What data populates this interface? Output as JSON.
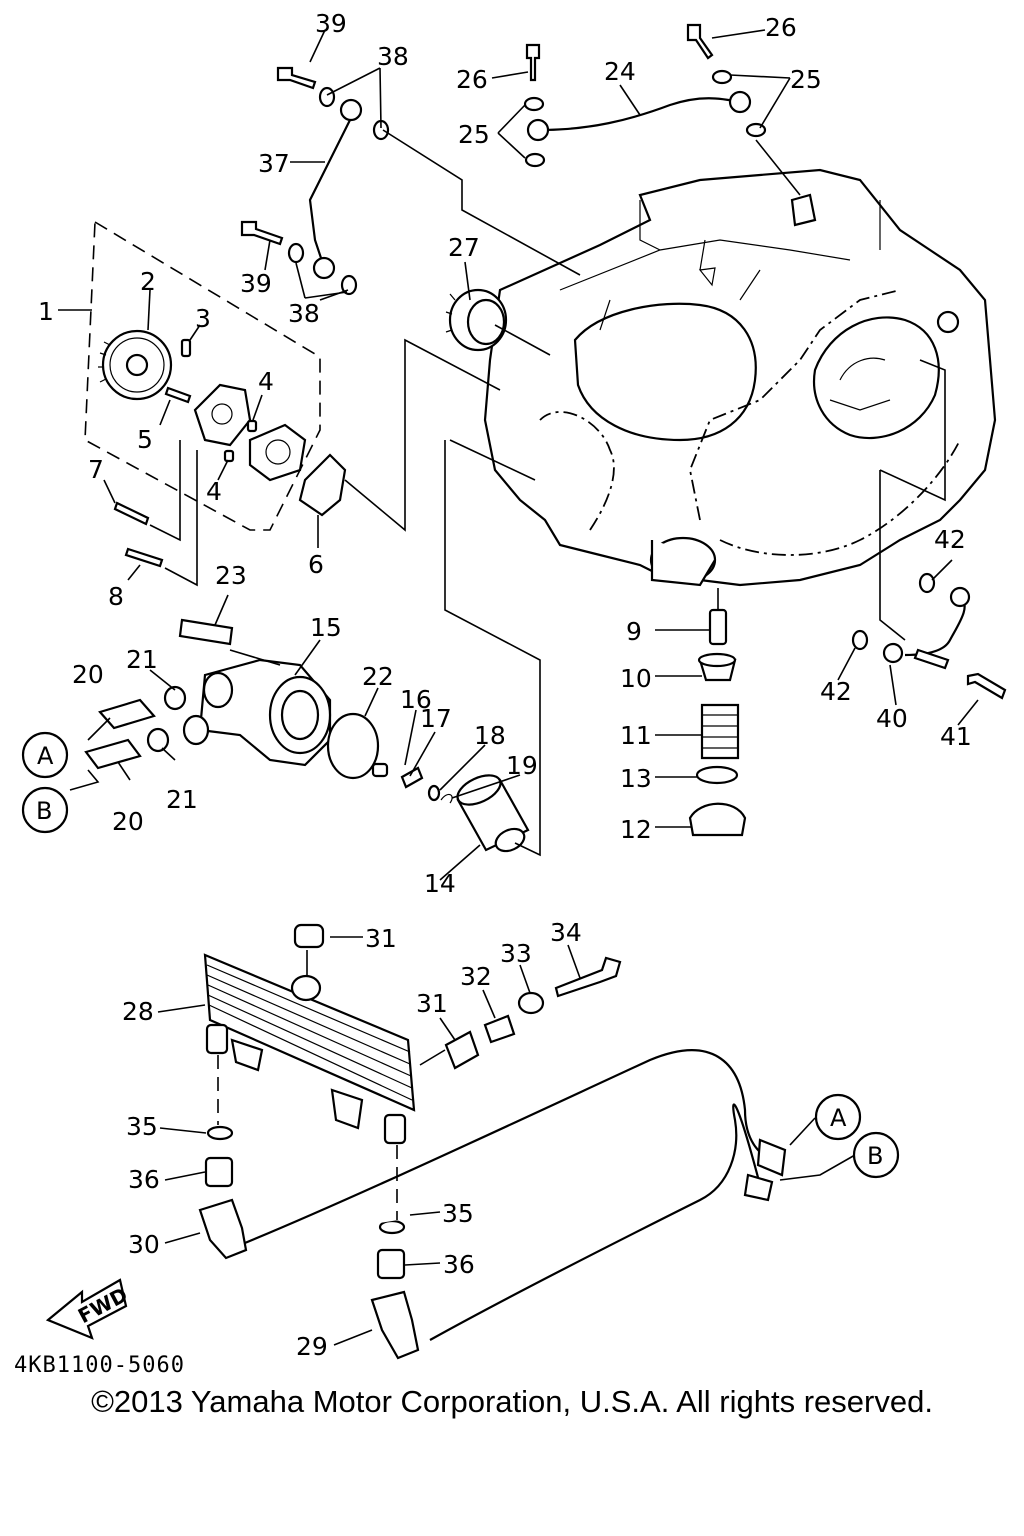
{
  "diagram_code": "4KB1100-5060",
  "copyright": "©2013 Yamaha Motor Corporation, U.S.A. All rights reserved.",
  "fwd_label": "FWD",
  "connectors": {
    "a": "A",
    "b": "B"
  },
  "callouts": {
    "p1": "1",
    "p2": "2",
    "p3": "3",
    "p4a": "4",
    "p4b": "4",
    "p5": "5",
    "p6": "6",
    "p7": "7",
    "p8": "8",
    "p9": "9",
    "p10": "10",
    "p11": "11",
    "p12": "12",
    "p13": "13",
    "p14": "14",
    "p15": "15",
    "p16": "16",
    "p17": "17",
    "p18": "18",
    "p19": "19",
    "p20a": "20",
    "p20b": "20",
    "p21a": "21",
    "p21b": "21",
    "p22": "22",
    "p23": "23",
    "p24": "24",
    "p25a": "25",
    "p25b": "25",
    "p26a": "26",
    "p26b": "26",
    "p27": "27",
    "p28": "28",
    "p29": "29",
    "p30": "30",
    "p31a": "31",
    "p31b": "31",
    "p32": "32",
    "p33": "33",
    "p34": "34",
    "p35a": "35",
    "p35b": "35",
    "p36a": "36",
    "p36b": "36",
    "p37": "37",
    "p38a": "38",
    "p38b": "38",
    "p39a": "39",
    "p39b": "39",
    "p40": "40",
    "p41": "41",
    "p42a": "42",
    "p42b": "42"
  }
}
